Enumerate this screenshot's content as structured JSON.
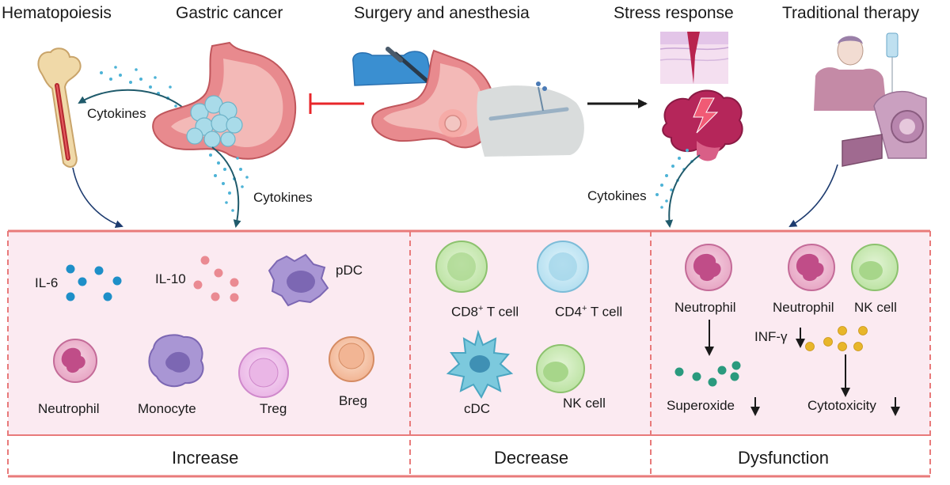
{
  "headers": {
    "hematopoiesis": "Hematopoiesis",
    "gastric_cancer": "Gastric cancer",
    "surgery": "Surgery and anesthesia",
    "stress": "Stress response",
    "therapy": "Traditional therapy"
  },
  "cytokines": {
    "left": "Cytokines",
    "center": "Cytokines",
    "right": "Cytokines"
  },
  "increase": {
    "il6": "IL-6",
    "il10": "IL-10",
    "pdc": "pDC",
    "neutrophil": "Neutrophil",
    "monocyte": "Monocyte",
    "treg": "Treg",
    "breg": "Breg",
    "label": "Increase"
  },
  "decrease": {
    "cd8_prefix": "CD8",
    "cd8_sup": "+",
    "cd8_suffix": " T cell",
    "cd4_prefix": "CD4",
    "cd4_sup": "+",
    "cd4_suffix": " T cell",
    "cdc": "cDC",
    "nk": "NK cell",
    "label": "Decrease"
  },
  "dysfunction": {
    "neutrophil_a": "Neutrophil",
    "neutrophil_b": "Neutrophil",
    "nk": "NK cell",
    "infg": "INF-γ",
    "superoxide": "Superoxide",
    "cytotoxicity": "Cytotoxicity",
    "label": "Dysfunction"
  },
  "colors": {
    "panel_fill": "#fbeaf1",
    "panel_border": "#e87a7a",
    "inhibit_bar": "#e8262a",
    "arrow_navy": "#1d3b6f",
    "il6_dot": "#1e8fc8",
    "il10_dot": "#ea8a92",
    "superoxide_dot": "#2a9a7e",
    "ifng_dot": "#e8b62a"
  }
}
